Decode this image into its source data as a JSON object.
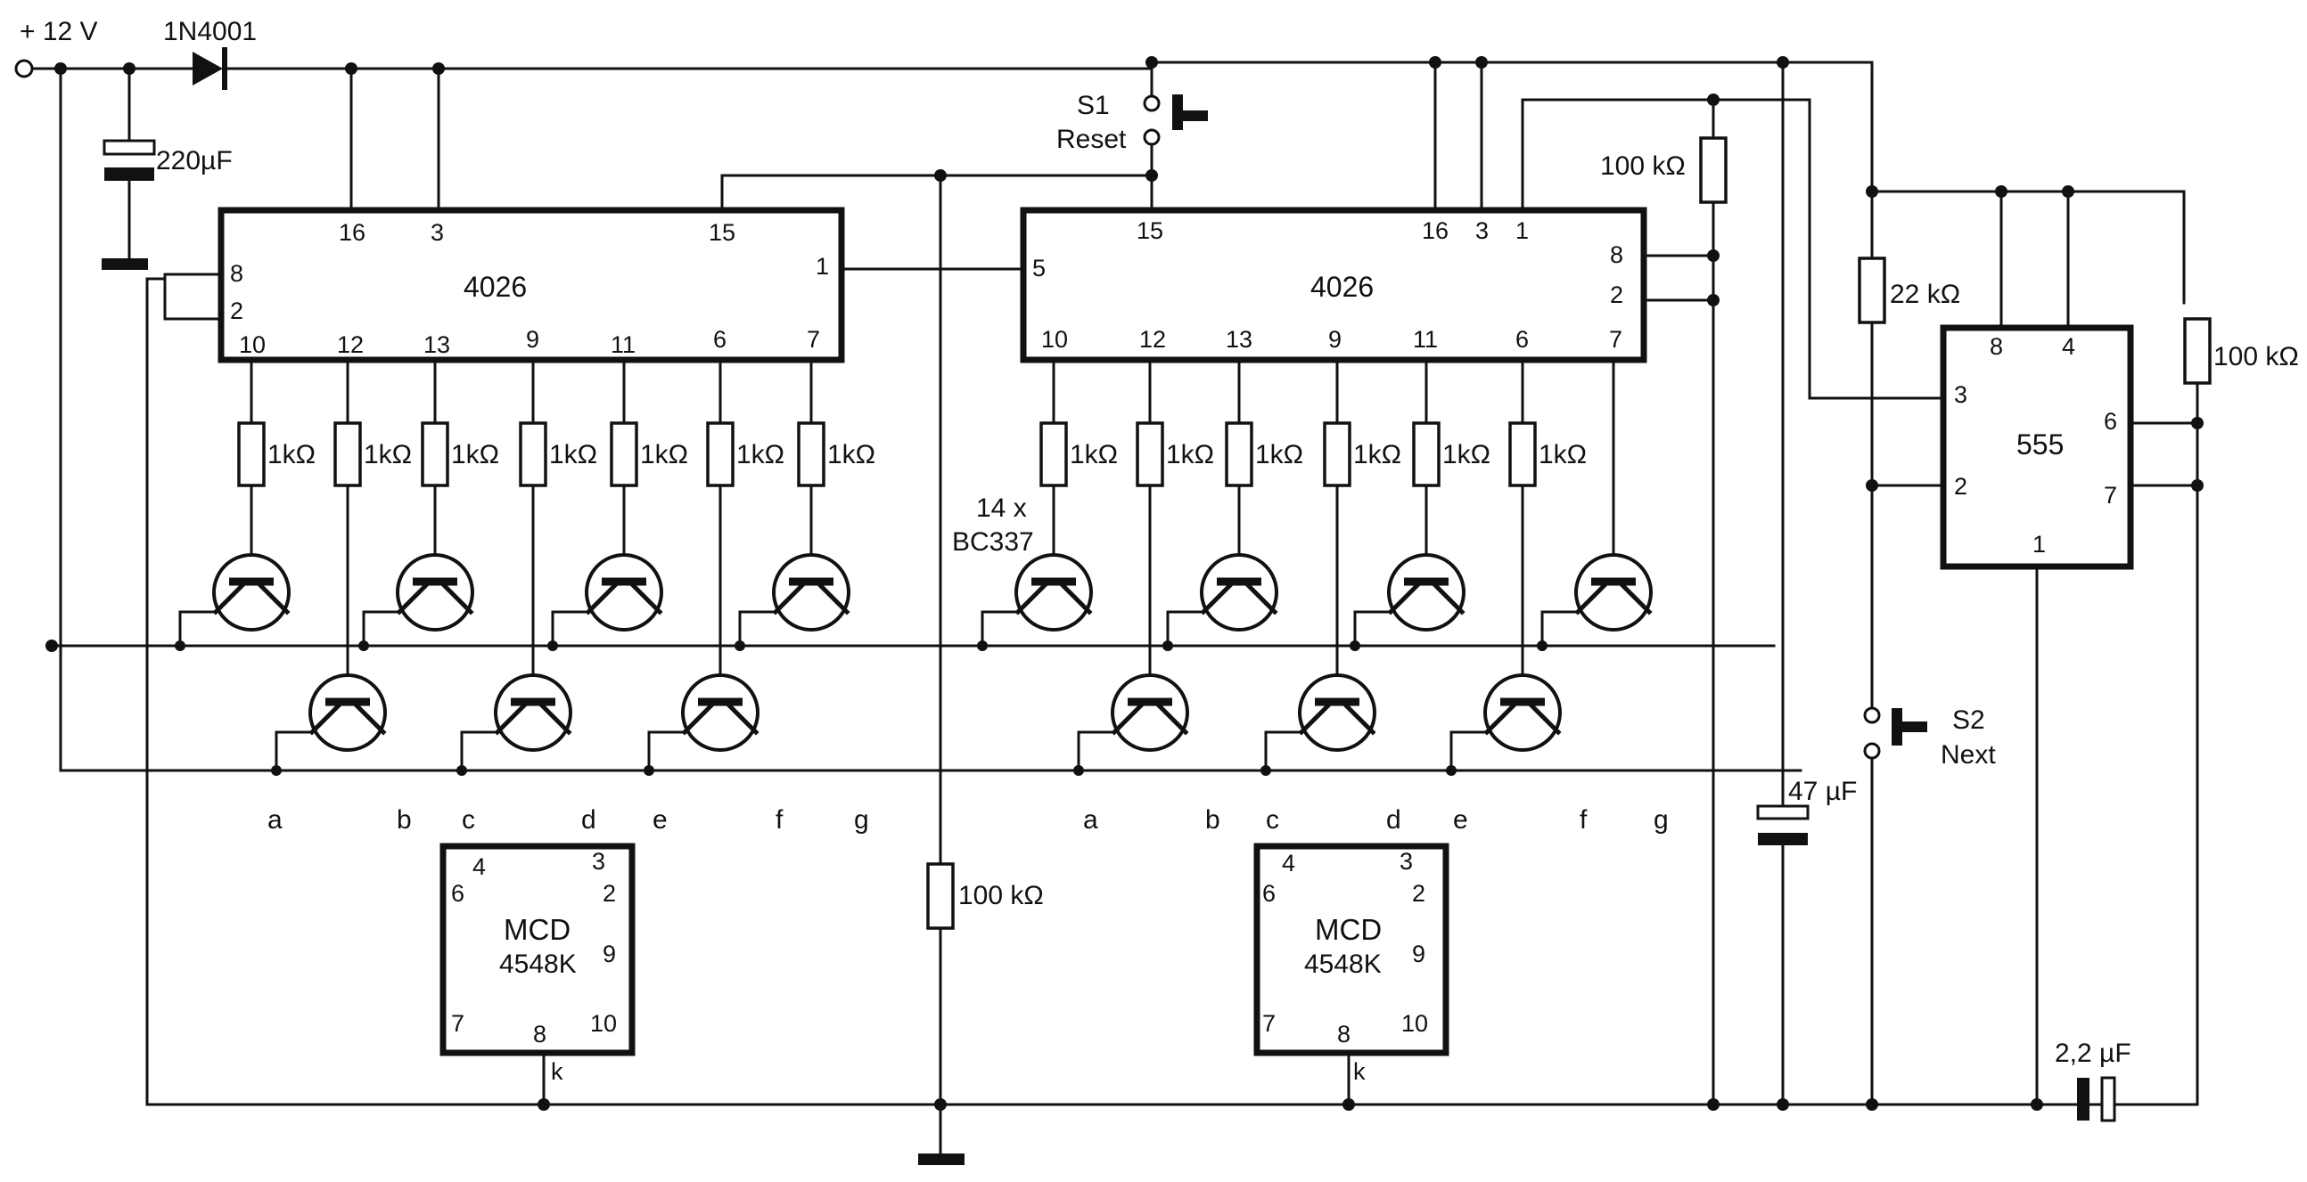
{
  "labels": {
    "supply": "+ 12 V",
    "diode": "1N4001",
    "c_supply": "220µF",
    "s1_name": "S1",
    "s1_func": "Reset",
    "s2_name": "S2",
    "s2_func": "Next",
    "transistor_note_1": "14 x",
    "transistor_note_2": "BC337",
    "c47": "47 µF",
    "c22": "2,2 µF"
  },
  "counters": [
    {
      "name": "4026",
      "top_pins": [
        "16",
        "3",
        "15"
      ],
      "left_pins": [
        "8",
        "2"
      ],
      "right_pin": "1",
      "bottom_pins": [
        "10",
        "12",
        "13",
        "9",
        "11",
        "6",
        "7"
      ]
    },
    {
      "name": "4026",
      "top_pins": [
        "15",
        "16",
        "3",
        "1"
      ],
      "left_pin": "5",
      "right_pins": [
        "8",
        "2"
      ],
      "bottom_pins": [
        "10",
        "12",
        "13",
        "9",
        "11",
        "6",
        "7"
      ]
    }
  ],
  "segment_resistor": "1kΩ",
  "segments": [
    "a",
    "b",
    "c",
    "d",
    "e",
    "f",
    "g"
  ],
  "displays": [
    {
      "line1": "MCD",
      "line2": "4548K",
      "pins": [
        "4",
        "3",
        "6",
        "2",
        "9",
        "7",
        "8",
        "10"
      ],
      "k": "k"
    },
    {
      "line1": "MCD",
      "line2": "4548K",
      "pins": [
        "4",
        "3",
        "6",
        "2",
        "9",
        "7",
        "8",
        "10"
      ],
      "k": "k"
    }
  ],
  "timer": {
    "name": "555",
    "pins": [
      "8",
      "4",
      "3",
      "6",
      "2",
      "7",
      "1"
    ]
  },
  "resistors": {
    "r_top": "100 kΩ",
    "r_22k": "22 kΩ",
    "r_555": "100 kΩ",
    "r_mid": "100 kΩ"
  }
}
